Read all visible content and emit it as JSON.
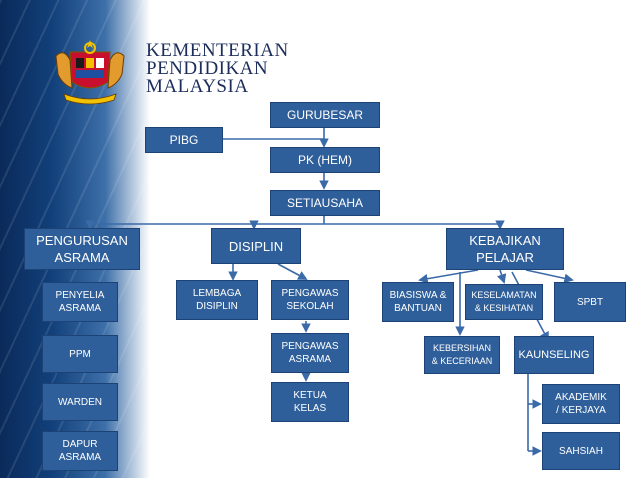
{
  "brand": {
    "ministry_lines": [
      "KEMENTERIAN",
      "PENDIDIKAN",
      "MALAYSIA"
    ]
  },
  "colors": {
    "box": "#2f5f9a",
    "border": "#1d4275",
    "line": "#3a6aa8"
  },
  "chart": {
    "gurubesar": "GURUBESAR",
    "pibg": "PIBG",
    "pk_hem": "PK (HEM)",
    "setiausaha": "SETIAUSAHA",
    "pengurusan_asrama": "PENGURUSAN\nASRAMA",
    "disiplin": "DISIPLIN",
    "kebajikan_pelajar": "KEBAJIKAN\nPELAJAR",
    "penyelia_asrama": "PENYELIA\nASRAMA",
    "ppm": "PPM",
    "warden": "WARDEN",
    "dapur_asrama": "DAPUR\nASRAMA",
    "lembaga_disiplin": "LEMBAGA\nDISIPLIN",
    "pengawas_sekolah": "PENGAWAS\nSEKOLAH",
    "pengawas_asrama": "PENGAWAS\nASRAMA",
    "ketua_kelas": "KETUA\nKELAS",
    "biasiswa_bantuan": "BIASISWA &\nBANTUAN",
    "keselamatan_kesihatan": "KESELAMATAN\n& KESIHATAN",
    "spbt": "SPBT",
    "kebersihan_keceriaan": "KEBERSIHAN\n& KECERIAAN",
    "kaunseling": "KAUNSELING",
    "akademik_kerjaya": "AKADEMIK\n/ KERJAYA",
    "sahsiah": "SAHSIAH"
  }
}
